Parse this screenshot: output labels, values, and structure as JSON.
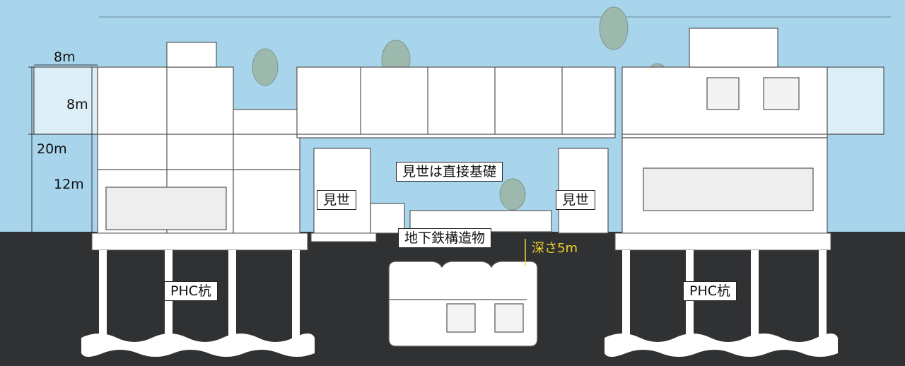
{
  "diagram": {
    "dimension_labels": {
      "width_top": "8m",
      "upper_floor": "8m",
      "total_height": "20m",
      "lower_floor": "12m"
    },
    "labels": {
      "shop_foundation": "見世は直接基礎",
      "shop_left": "見世",
      "shop_right": "見世",
      "subway_structure": "地下鉄構造物",
      "depth": "深さ5m",
      "pile_left": "PHC杭",
      "pile_right": "PHC杭"
    },
    "colors": {
      "sky": "#a9d5ec",
      "ground": "#2f3133",
      "depth_text": "#f2d22a",
      "building_fill": "#ffffff",
      "line": "#555555"
    }
  }
}
